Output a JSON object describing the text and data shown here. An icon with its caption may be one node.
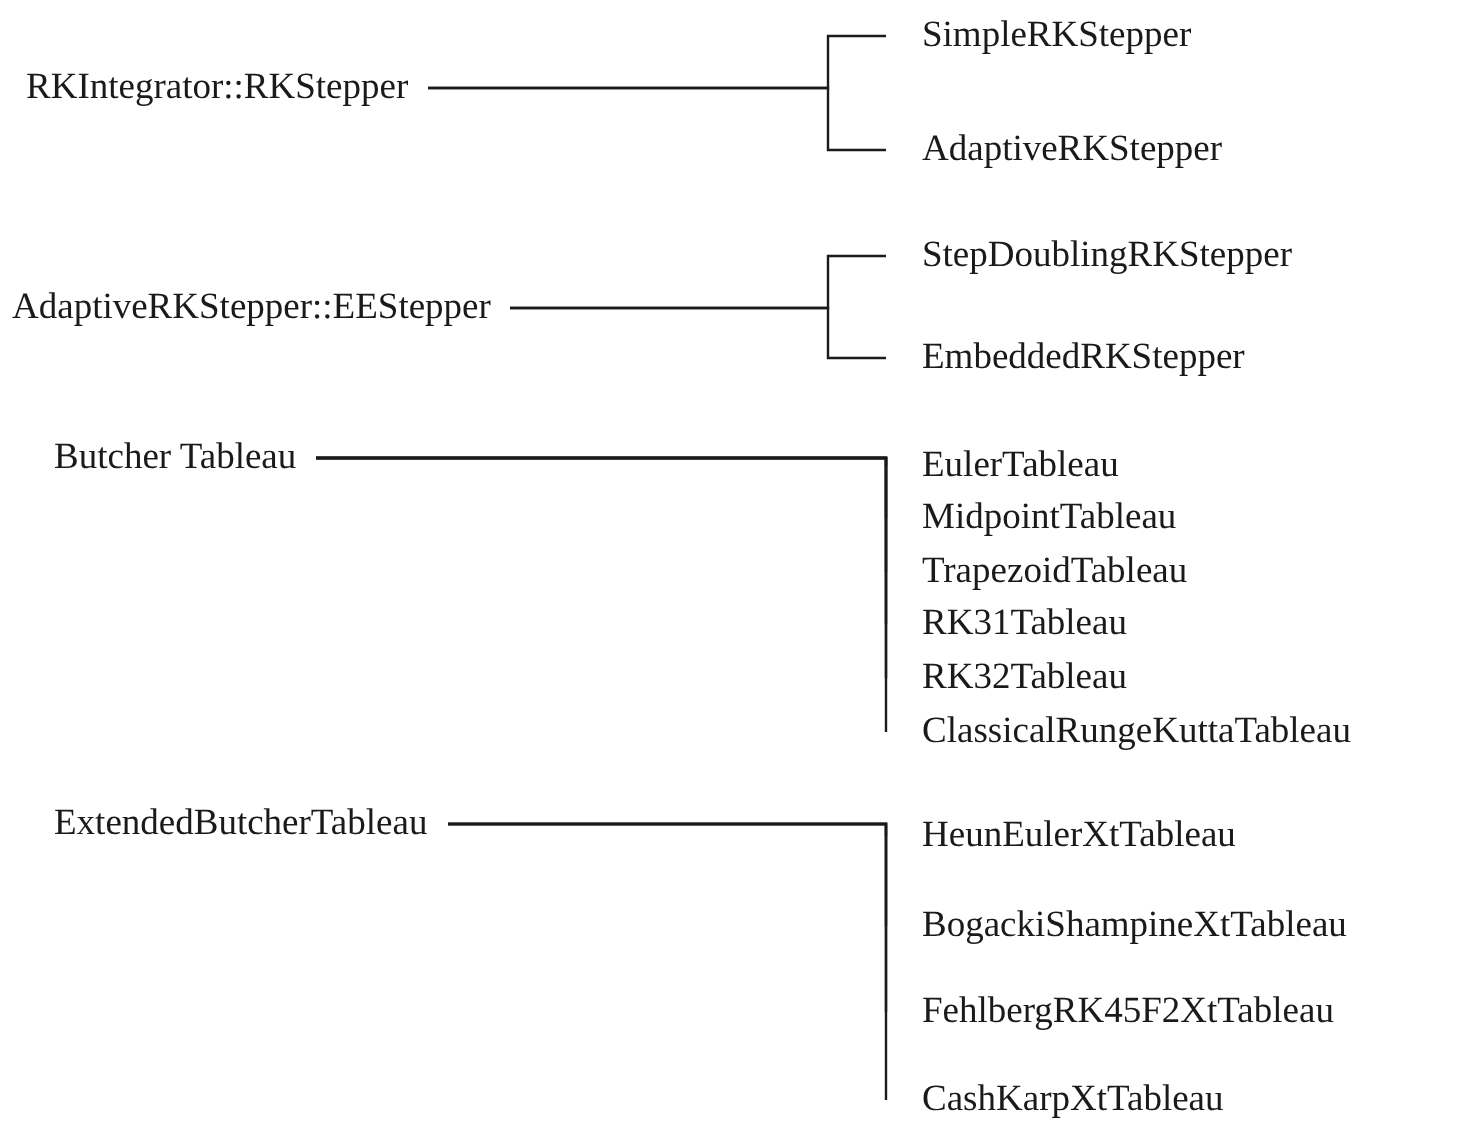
{
  "diagram": {
    "nodes": [
      {
        "text": [
          "RKIntegrator::RKStepper"
        ]
      },
      {
        "text": [
          "SimpleRKStepper"
        ]
      },
      {
        "text": [
          "AdaptiveRKStepper"
        ]
      },
      {
        "text": [
          "AdaptiveRKStepper::EEStepper"
        ]
      },
      {
        "text": [
          "StepDoublingRKStepper"
        ]
      },
      {
        "text": [
          "EmbeddedRKStepper"
        ]
      },
      {
        "text": [
          "Butcher Tableau"
        ]
      },
      {
        "text": [
          "EulerTableau"
        ]
      },
      {
        "text": [
          "MidpointTableau"
        ]
      },
      {
        "text": [
          "TrapezoidTableau"
        ]
      },
      {
        "text": [
          "RK31Tableau"
        ]
      },
      {
        "text": [
          "RK32Tableau"
        ]
      },
      {
        "text": [
          "ClassicalRungeKuttaTableau"
        ]
      },
      {
        "text": [
          "ExtendedButcherTableau"
        ]
      },
      {
        "text": [
          "HeunEulerXtTableau"
        ]
      },
      {
        "text": [
          "BogackiShampineXtTableau"
        ]
      },
      {
        "text": [
          "FehlbergRK45F2XtTableau"
        ]
      },
      {
        "text": [
          "CashKarpXtTableau"
        ]
      }
    ],
    "edges": [
      {
        "from": 0,
        "to": 1,
        "arrow": "none"
      },
      {
        "from": 0,
        "to": 2,
        "arrow": "none"
      },
      {
        "from": 3,
        "to": 4,
        "arrow": "none"
      },
      {
        "from": 3,
        "to": 5,
        "arrow": "none"
      },
      {
        "from": 6,
        "to": 7,
        "arrow": "none"
      },
      {
        "from": 6,
        "to": 8,
        "arrow": "none"
      },
      {
        "from": 6,
        "to": 9,
        "arrow": "none"
      },
      {
        "from": 6,
        "to": 10,
        "arrow": "none"
      },
      {
        "from": 6,
        "to": 11,
        "arrow": "none"
      },
      {
        "from": 6,
        "to": 12,
        "arrow": "none"
      },
      {
        "from": 13,
        "to": 14,
        "arrow": "none"
      },
      {
        "from": 13,
        "to": 15,
        "arrow": "none"
      },
      {
        "from": 13,
        "to": 16,
        "arrow": "none"
      },
      {
        "from": 13,
        "to": 17,
        "arrow": "none"
      }
    ]
  }
}
